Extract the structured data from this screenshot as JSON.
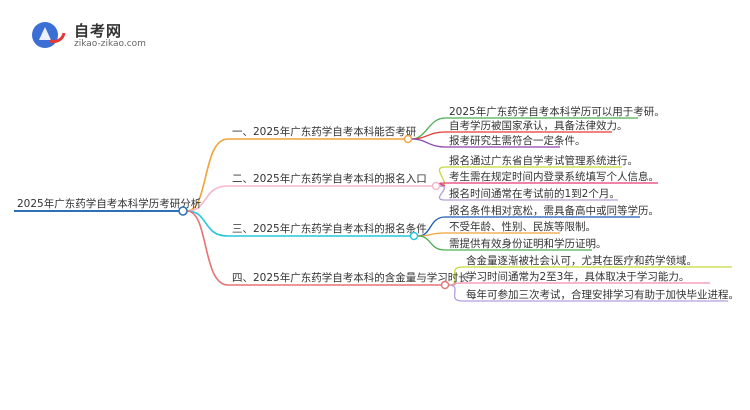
{
  "logo": {
    "brand": "自考网",
    "url": "zikao-zikao.com"
  },
  "root": {
    "label": "2025年广东药学自考本科学历考研分析",
    "color": "#2f6fb3"
  },
  "branches": [
    {
      "label": "一、2025年广东药学自考本科能否考研",
      "color": "#f0a23b",
      "children": [
        {
          "label": "2025年广东药学自考本科学历可以用于考研。",
          "color": "#4caf50"
        },
        {
          "label": "自考学历被国家承认，具备法律效力。",
          "color": "#e53935"
        },
        {
          "label": "报考研究生需符合一定条件。",
          "color": "#8e44ad"
        }
      ]
    },
    {
      "label": "二、2025年广东药学自考本科的报名入口",
      "color": "#f5b7c9",
      "children": [
        {
          "label": "报名通过广东省自学考试管理系统进行。",
          "color": "#c6d93a"
        },
        {
          "label": "考生需在规定时间内登录系统填写个人信息。",
          "color": "#e53977"
        },
        {
          "label": "报名时间通常在考试前的1到2个月。",
          "color": "#b39ddb"
        }
      ]
    },
    {
      "label": "三、2025年广东药学自考本科的报名条件",
      "color": "#26c6da",
      "children": [
        {
          "label": "报名条件相对宽松，需具备高中或同等学历。",
          "color": "#1e5bb8"
        },
        {
          "label": "不受年龄、性别、民族等限制。",
          "color": "#f0a23b"
        },
        {
          "label": "需提供有效身份证明和学历证明。",
          "color": "#4caf50"
        }
      ]
    },
    {
      "label": "四、2025年广东药学自考本科的含金量与学习时长",
      "color": "#e57373",
      "children": [
        {
          "label": "含金量逐渐被社会认可，尤其在医疗和药学领域。",
          "color": "#c6d93a"
        },
        {
          "label": "学习时间通常为2至3年，具体取决于学习能力。",
          "color": "#f48fb1"
        },
        {
          "label": "每年可参加三次考试，合理安排学习有助于加快毕业进程。",
          "color": "#b39ddb"
        }
      ]
    }
  ]
}
